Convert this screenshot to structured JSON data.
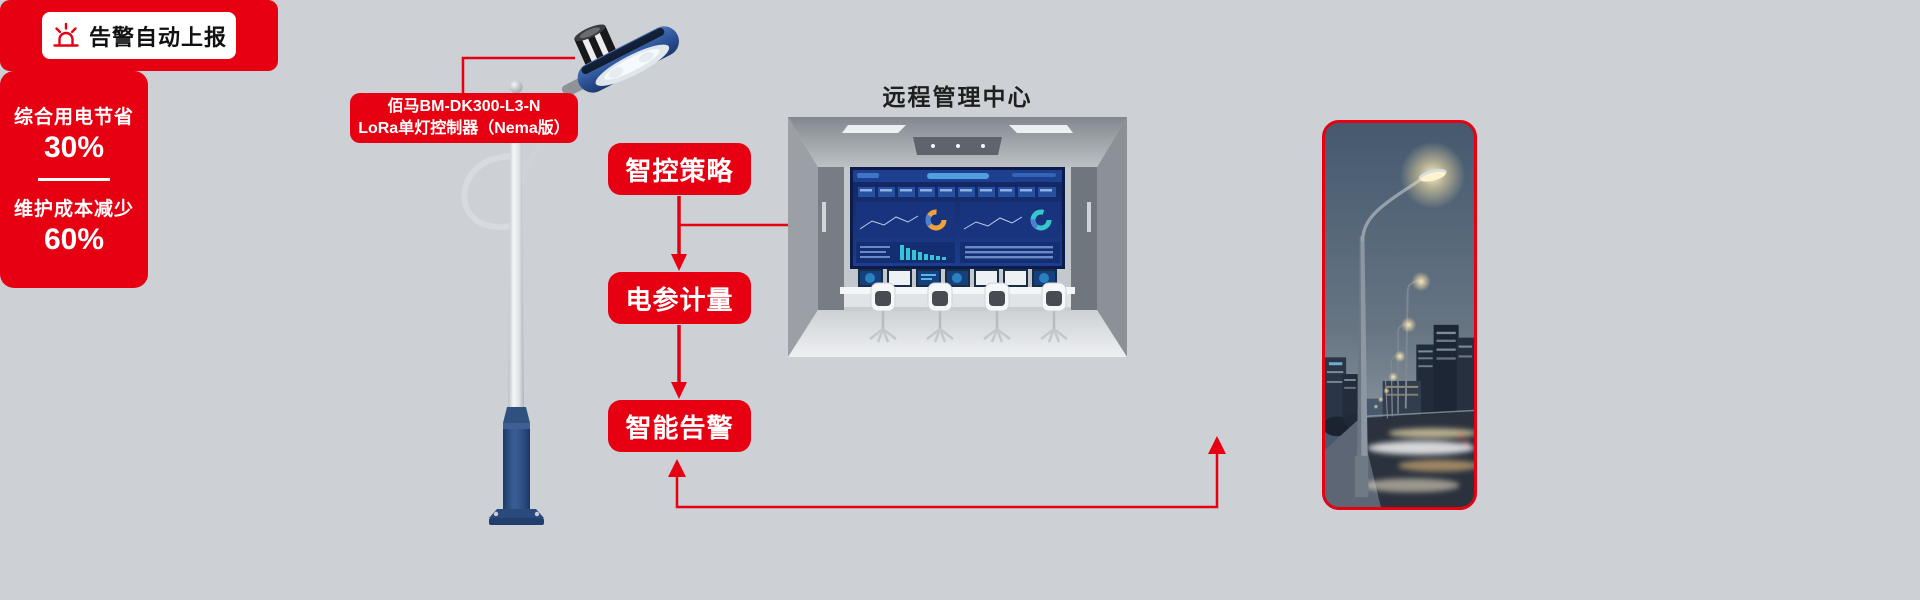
{
  "colors": {
    "background": "#cdd1d5",
    "red": "#e60012",
    "title_text": "#1f1f1f"
  },
  "device_label": {
    "line1": "佰马BM-DK300-L3-N",
    "line2": "LoRa单灯控制器（Nema版）"
  },
  "flow_steps": [
    {
      "label": "智控策略"
    },
    {
      "label": "电参计量"
    },
    {
      "label": "智能告警"
    }
  ],
  "management_center": {
    "title": "远程管理中心"
  },
  "alert_banner": {
    "label": "告警自动上报",
    "icon": "siren-icon"
  },
  "stats_box": {
    "items": [
      {
        "label": "综合用电节省",
        "value": "30%"
      },
      {
        "label": "维护成本减少",
        "value": "60%"
      }
    ]
  }
}
